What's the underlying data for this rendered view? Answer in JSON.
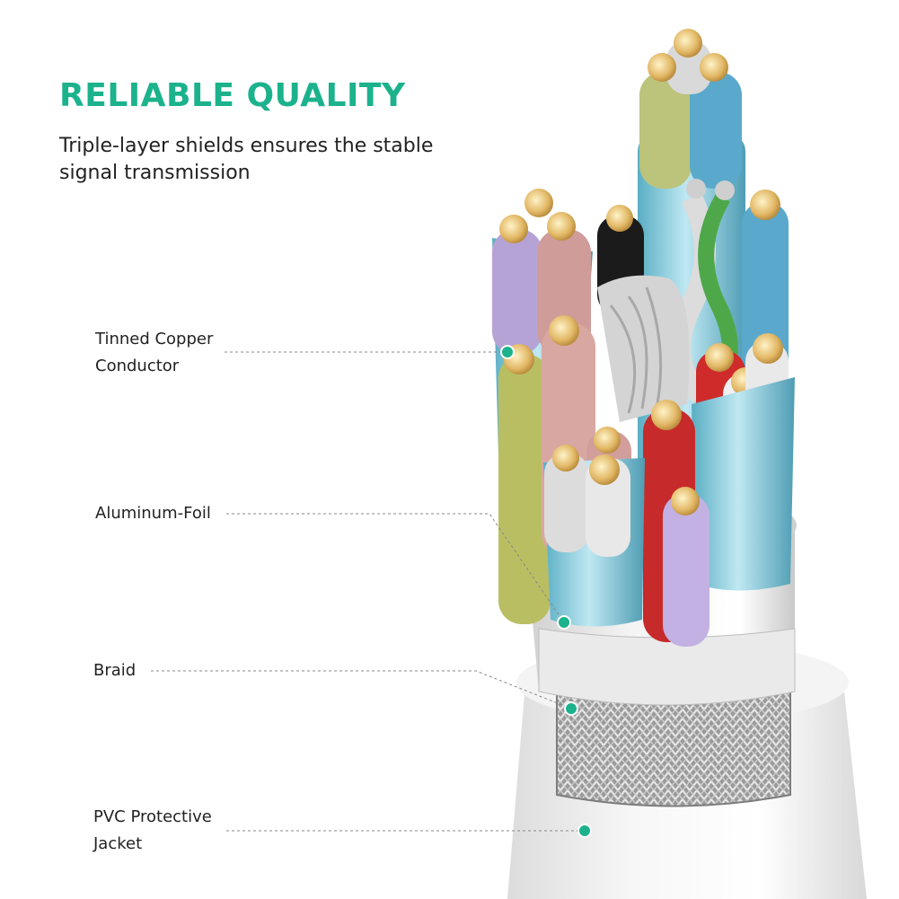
{
  "header": {
    "title": "RELIABLE QUALITY",
    "subtitle": "Triple-layer shields ensures the stable signal transmission"
  },
  "callouts": [
    {
      "id": "conductor",
      "label": "Tinned Copper\nConductor"
    },
    {
      "id": "foil",
      "label": "Aluminum-Foil"
    },
    {
      "id": "braid",
      "label": "Braid"
    },
    {
      "id": "jacket",
      "label": "PVC Protective\nJacket"
    }
  ],
  "colors": {
    "accent": "#1bb28c",
    "foil": "#8fd0e0",
    "copper": "#e2b866",
    "jacket": "#eeeeee"
  }
}
